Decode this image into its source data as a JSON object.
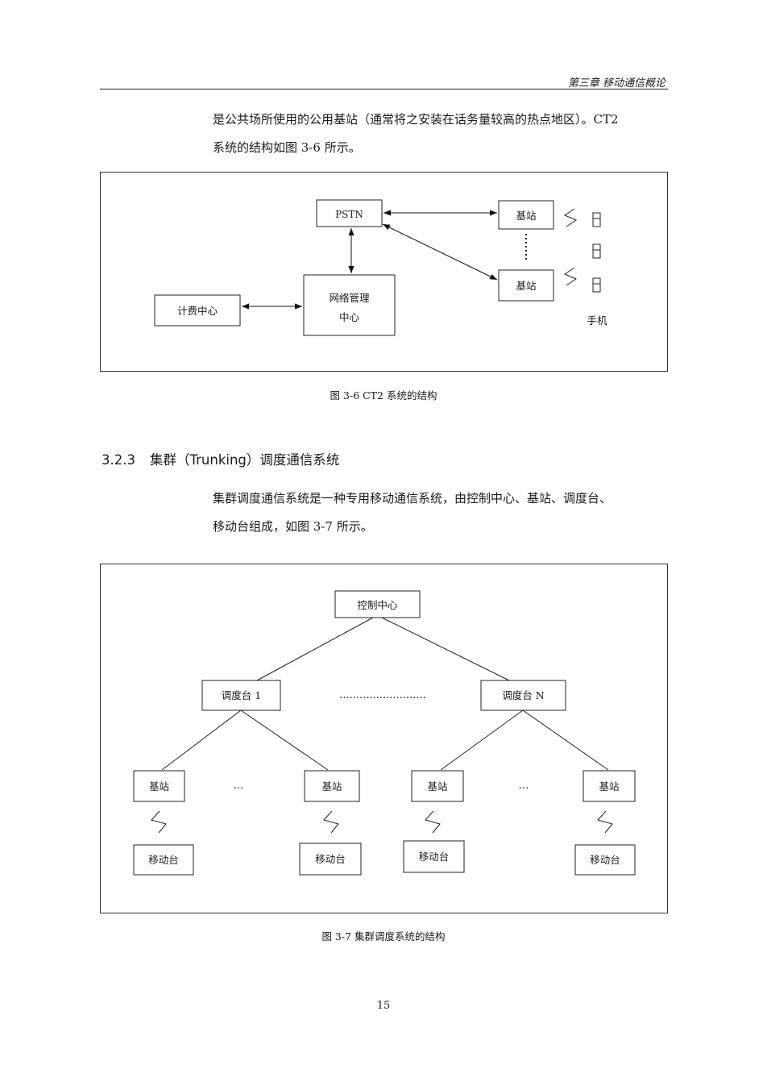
{
  "header": {
    "chapter": "第三章   移动通信概论"
  },
  "paragraphs": {
    "p1_line1": "是公共场所使用的公用基站（通常将之安装在话务量较高的热点地区）。CT2",
    "p1_line2": "系统的结构如图 3-6 所示。",
    "p2_line1": "集群调度通信系统是一种专用移动通信系统，由控制中心、基站、调度台、",
    "p2_line2": "移动台组成，如图 3-7 所示。"
  },
  "figure36": {
    "pstn": "PSTN",
    "base_station_top": "基站",
    "base_station_bottom": "基站",
    "network_mgmt_line1": "网络管理",
    "network_mgmt_line2": "中心",
    "billing_center": "计费中心",
    "handset_label": "手机",
    "caption": "图 3-6    CT2 系统的结构"
  },
  "section": {
    "number": "3.2.3",
    "title": "集群（Trunking）调度通信系统"
  },
  "figure37": {
    "control_center": "控制中心",
    "dispatcher_1": "调度台 1",
    "dispatcher_n": "调度台 N",
    "dispatcher_dots": "..........................",
    "base_station": "基站",
    "base_dots": "…",
    "mobile_station": "移动台",
    "caption": "图 3-7    集群调度系统的结构"
  },
  "page_number": "15"
}
